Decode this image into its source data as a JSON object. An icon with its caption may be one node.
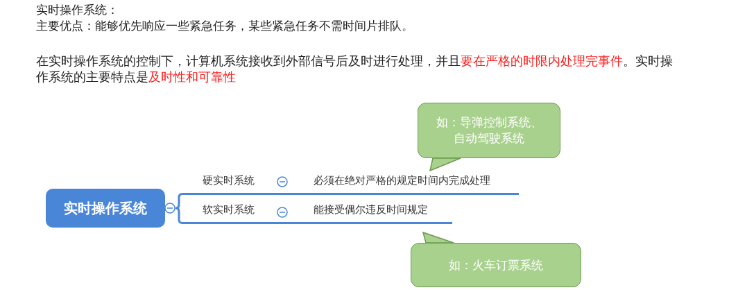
{
  "diagram": {
    "title": "实时操作系统：",
    "nodes": [
      {
        "text": [
          "实时操作系统"
        ]
      },
      {
        "text": [
          "硬实时系统"
        ]
      },
      {
        "text": [
          "必须在绝对严格的规定时间内完成处理"
        ]
      },
      {
        "text": [
          "软实时系统"
        ]
      },
      {
        "text": [
          "能接受偶尔违反时间规定"
        ]
      },
      {
        "text": [
          "如：导弹控制系统、自动驾驶系统"
        ]
      },
      {
        "text": [
          "如：火车订票系统"
        ]
      }
    ],
    "edges": [
      {
        "from": 0,
        "to": 1,
        "arrow": "none"
      },
      {
        "from": 0,
        "to": 3,
        "arrow": "none"
      },
      {
        "from": 1,
        "to": 2,
        "arrow": "none"
      },
      {
        "from": 3,
        "to": 4,
        "arrow": "none"
      },
      {
        "from": 5,
        "to": 2,
        "arrow": "none"
      },
      {
        "from": 6,
        "to": 4,
        "arrow": "none"
      }
    ],
    "labels": [
      "主要优点：能够优先响应一些紧急任务，某些紧急任务不需时间片排队。",
      "在实时操作系统的控制下，计算机系统接收到外部信号后及时进行处理，并且",
      "要在严格的时限内处理完事件",
      "。实时操作系统的主要特点是",
      "及时性和可靠性"
    ]
  }
}
